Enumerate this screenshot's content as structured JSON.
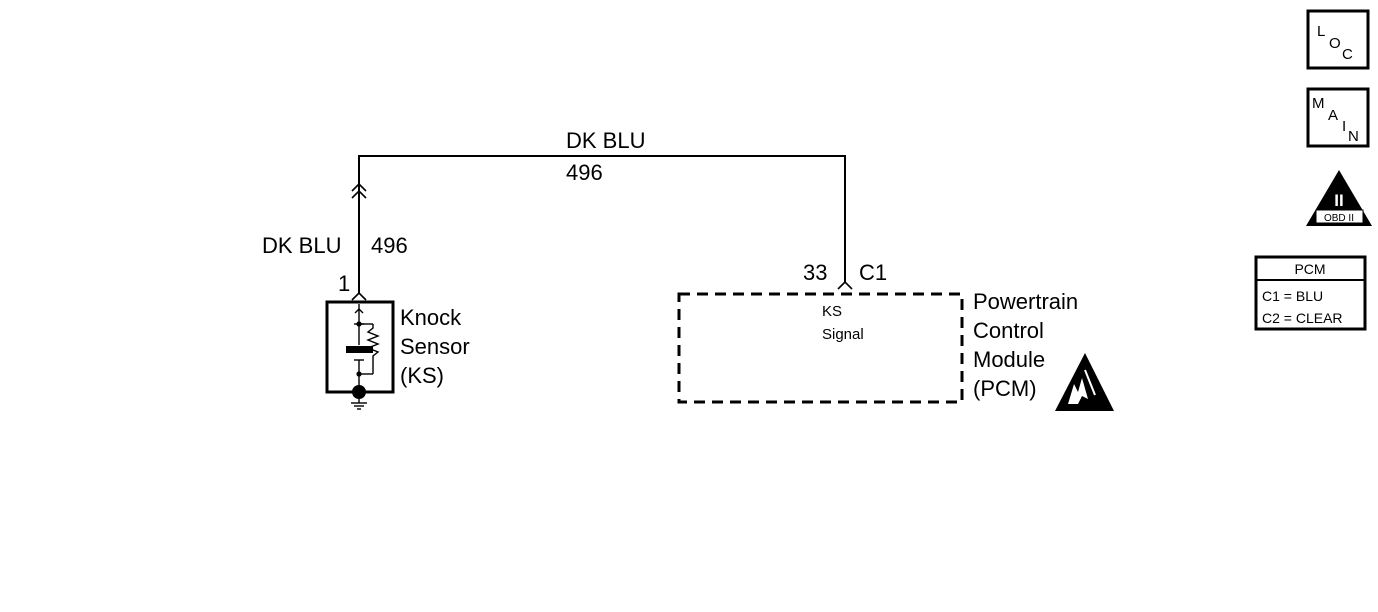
{
  "wire": {
    "color_top": "DK BLU",
    "circuit_top": "496",
    "color_left": "DK BLU",
    "circuit_left": "496"
  },
  "sensor": {
    "pin": "1",
    "name_line1": "Knock",
    "name_line2": "Sensor",
    "name_line3": "(KS)"
  },
  "pcm": {
    "pin": "33",
    "connector": "C1",
    "signal_line1": "KS",
    "signal_line2": "Signal",
    "name_line1": "Powertrain",
    "name_line2": "Control",
    "name_line3": "Module",
    "name_line4": "(PCM)"
  },
  "nav": {
    "loc_letters": [
      "L",
      "O",
      "C"
    ],
    "main_letters": [
      "M",
      "A",
      "I",
      "N"
    ],
    "obd_numeral": "II",
    "obd_label": "OBD II"
  },
  "legend": {
    "title": "PCM",
    "row1": "C1 = BLU",
    "row2": "C2 = CLEAR"
  },
  "icons": {
    "esd": "esd-warning-icon",
    "ground": "ground-icon",
    "loc": "loc-button",
    "main": "main-button",
    "obd": "obd-ii-icon"
  }
}
